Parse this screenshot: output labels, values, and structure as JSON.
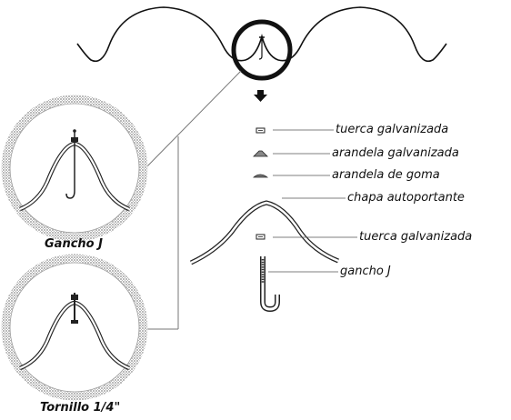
{
  "detail_captions": {
    "top": "Gancho J",
    "bottom": "Tornillo 1/4\""
  },
  "parts_labels": [
    "tuerca galvanizada",
    "arandela galvanizada",
    "arandela de goma",
    "chapa autoportante",
    "tuerca galvanizada",
    "gancho J"
  ]
}
